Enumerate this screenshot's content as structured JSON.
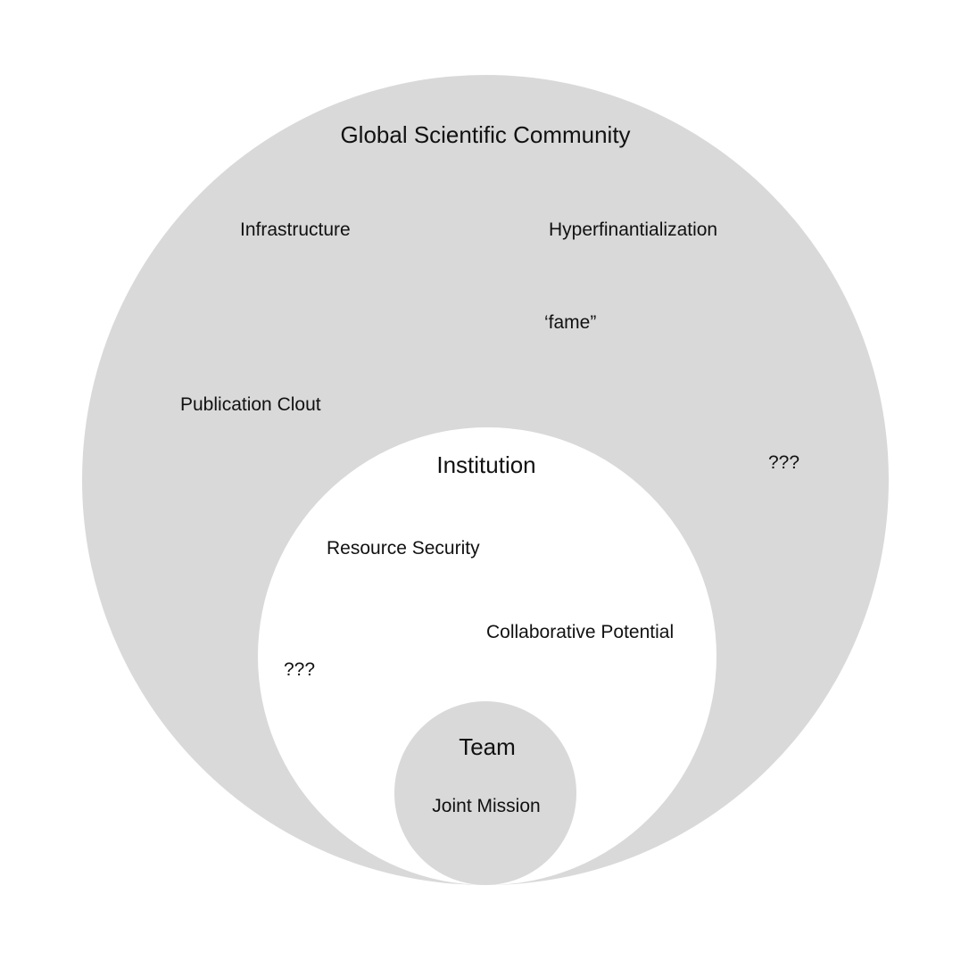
{
  "colors": {
    "background": "#ffffff",
    "outer_fill": "#d9d9d9",
    "middle_fill": "#ffffff",
    "inner_fill": "#d9d9d9",
    "text": "#111111"
  },
  "diagram": {
    "outer": {
      "title": "Global Scientific Community",
      "items": [
        "Infrastructure",
        "Hyperfinantialization",
        "‘fame”",
        "Publication Clout",
        "???"
      ]
    },
    "middle": {
      "title": "Institution",
      "items": [
        "Resource Security",
        "Collaborative Potential",
        "???"
      ]
    },
    "inner": {
      "title": "Team",
      "items": [
        "Joint Mission"
      ]
    }
  }
}
